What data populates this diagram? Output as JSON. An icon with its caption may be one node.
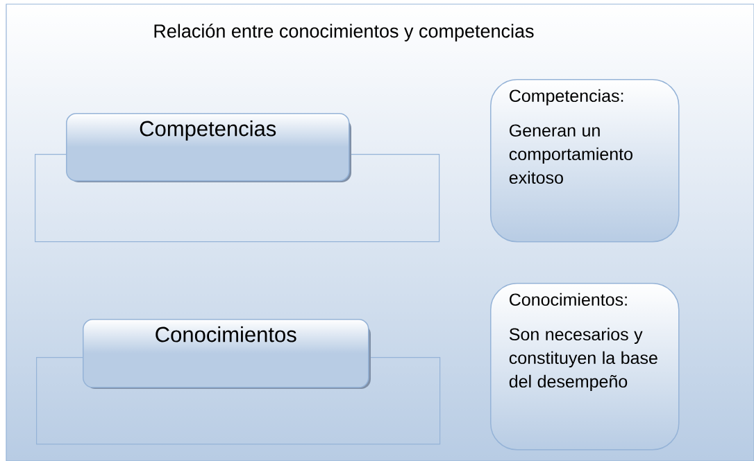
{
  "diagram": {
    "title": "Relación entre conocimientos y competencias",
    "nodes": [
      {
        "text": [
          "Competencias"
        ]
      },
      {
        "text": [],
        "shape": "box"
      },
      {
        "text": [
          "Competencias:",
          "Generan un comportamiento exitoso"
        ]
      },
      {
        "text": [
          "Conocimientos"
        ]
      },
      {
        "text": [],
        "shape": "box"
      },
      {
        "text": [
          "Conocimientos:",
          "Son necesarios y constituyen la base del desempeño"
        ]
      }
    ]
  }
}
